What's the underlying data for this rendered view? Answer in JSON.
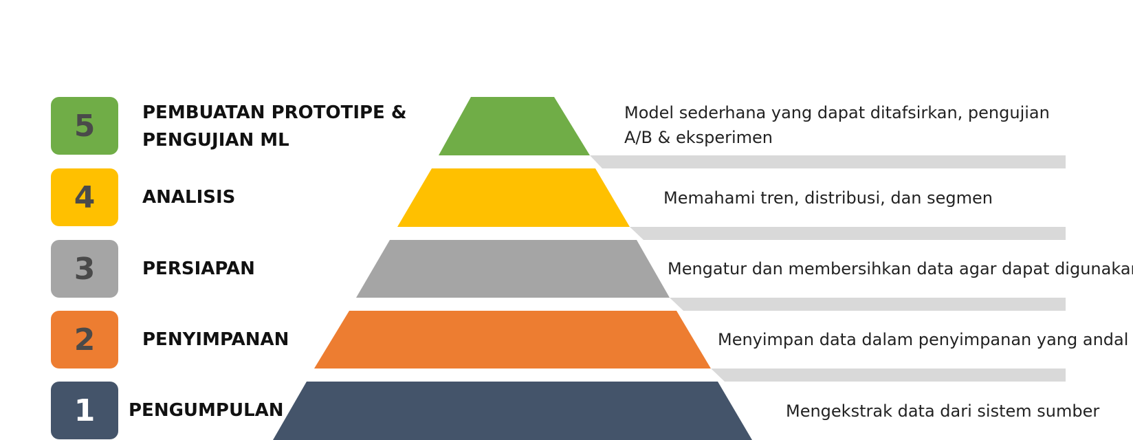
{
  "levels": [
    {
      "number": "5",
      "title_line1": "PEMBUATAN PROTOTIPE &",
      "title_line2": "PENGUJIAN ML",
      "desc_line1": "Model sederhana yang dapat ditafsirkan, pengujian",
      "desc_line2": "A/B & eksperimen",
      "color": "#70AD47",
      "number_color": "#4A4A4A"
    },
    {
      "number": "4",
      "title_line1": "ANALISIS",
      "desc_line1": "Memahami tren, distribusi, dan segmen",
      "color": "#FFC000",
      "number_color": "#4A4A4A"
    },
    {
      "number": "3",
      "title_line1": "PERSIAPAN",
      "desc_line1": "Mengatur dan membersihkan data agar dapat digunakan",
      "color": "#A5A5A5",
      "number_color": "#4A4A4A"
    },
    {
      "number": "2",
      "title_line1": "PENYIMPANAN",
      "desc_line1": "Menyimpan data dalam penyimpanan yang andal",
      "color": "#ED7D31",
      "number_color": "#4A4A4A"
    },
    {
      "number": "1",
      "title_line1": "PENGUMPULAN",
      "desc_line1": "Mengekstrak data dari sistem sumber",
      "color": "#44546A",
      "number_color": "#FFFFFF"
    }
  ],
  "separator_color": "#D9D9D9"
}
